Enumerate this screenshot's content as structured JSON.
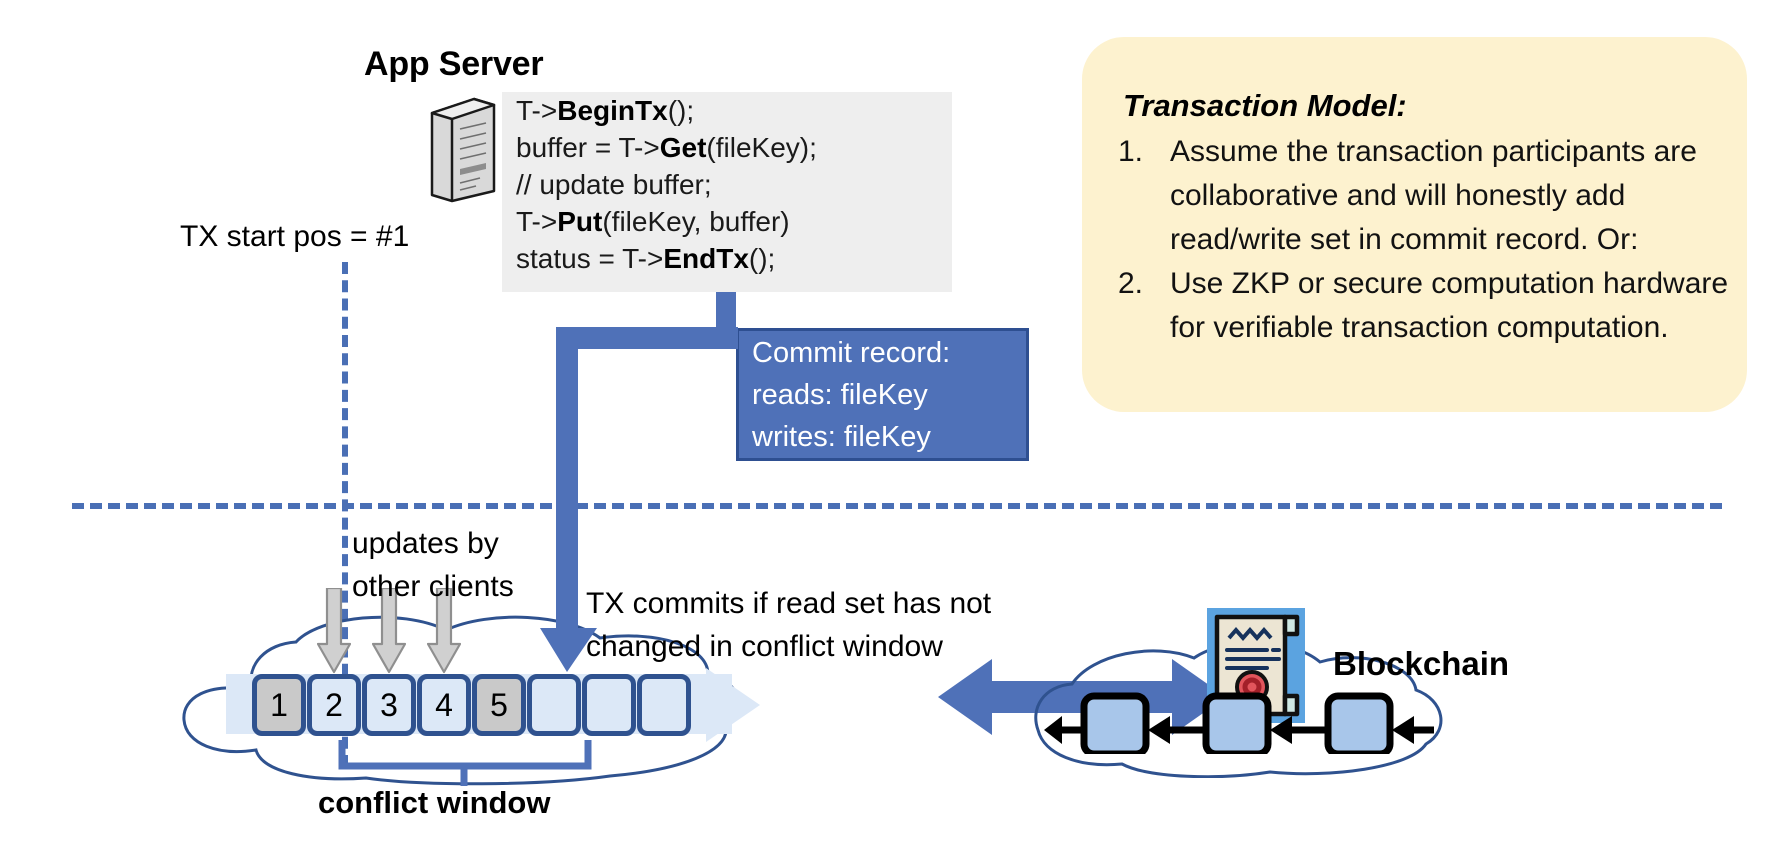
{
  "diagram": {
    "title": "Transactional blockchain-backed log commit diagram"
  },
  "app_server": {
    "title": "App Server",
    "icon": "server-icon",
    "code_lines": [
      {
        "plain1": "T->",
        "bold": "BeginTx",
        "plain2": "();"
      },
      {
        "plain1": "buffer = T->",
        "bold": "Get",
        "plain2": "(fileKey);"
      },
      {
        "plain1": "// update buffer;",
        "bold": "",
        "plain2": ""
      },
      {
        "plain1": "T->",
        "bold": "Put",
        "plain2": "(fileKey, buffer)"
      },
      {
        "plain1": "status = T->",
        "bold": "EndTx",
        "plain2": "();"
      }
    ]
  },
  "commit_record": {
    "lines": [
      "Commit record:",
      "reads: fileKey",
      "writes: fileKey"
    ]
  },
  "transaction_model": {
    "title": "Transaction Model:",
    "items": [
      {
        "num": "1.",
        "text": "Assume the transaction participants are collaborative and will honestly add read/write set in commit record.  Or:"
      },
      {
        "num": "2.",
        "text": "Use ZKP or secure computation hardware for verifiable transaction computation."
      }
    ]
  },
  "labels": {
    "tx_start_pos": "TX start pos = #1",
    "updates_by_other_clients": [
      "updates by",
      "other clients"
    ],
    "tx_commits": [
      "TX commits if read set has not",
      "changed in conflict window"
    ],
    "conflict_window": "conflict window",
    "blockchain": "Blockchain"
  },
  "log": {
    "blocks": [
      {
        "id": "1",
        "state": "filled"
      },
      {
        "id": "2",
        "state": "empty"
      },
      {
        "id": "3",
        "state": "empty"
      },
      {
        "id": "4",
        "state": "empty"
      },
      {
        "id": "5",
        "state": "filled"
      },
      {
        "id": "",
        "state": "empty"
      },
      {
        "id": "",
        "state": "empty"
      },
      {
        "id": "",
        "state": "empty"
      }
    ]
  },
  "blockchain": {
    "chain_block_count": 3,
    "contract_icon": "certificate-icon"
  },
  "colors": {
    "accent_blue": "#4f71b8",
    "dark_blue_outline": "#2f528f",
    "callout_yellow": "#fdf2cf",
    "code_box_grey": "#eeeeee",
    "block_light_blue": "#dce8f7",
    "block_filled_grey": "#c9c9c9",
    "chain_block_blue": "#a8c6ea",
    "cert_bg_blue": "#5ba3e0",
    "seal_red": "#d9414a"
  }
}
